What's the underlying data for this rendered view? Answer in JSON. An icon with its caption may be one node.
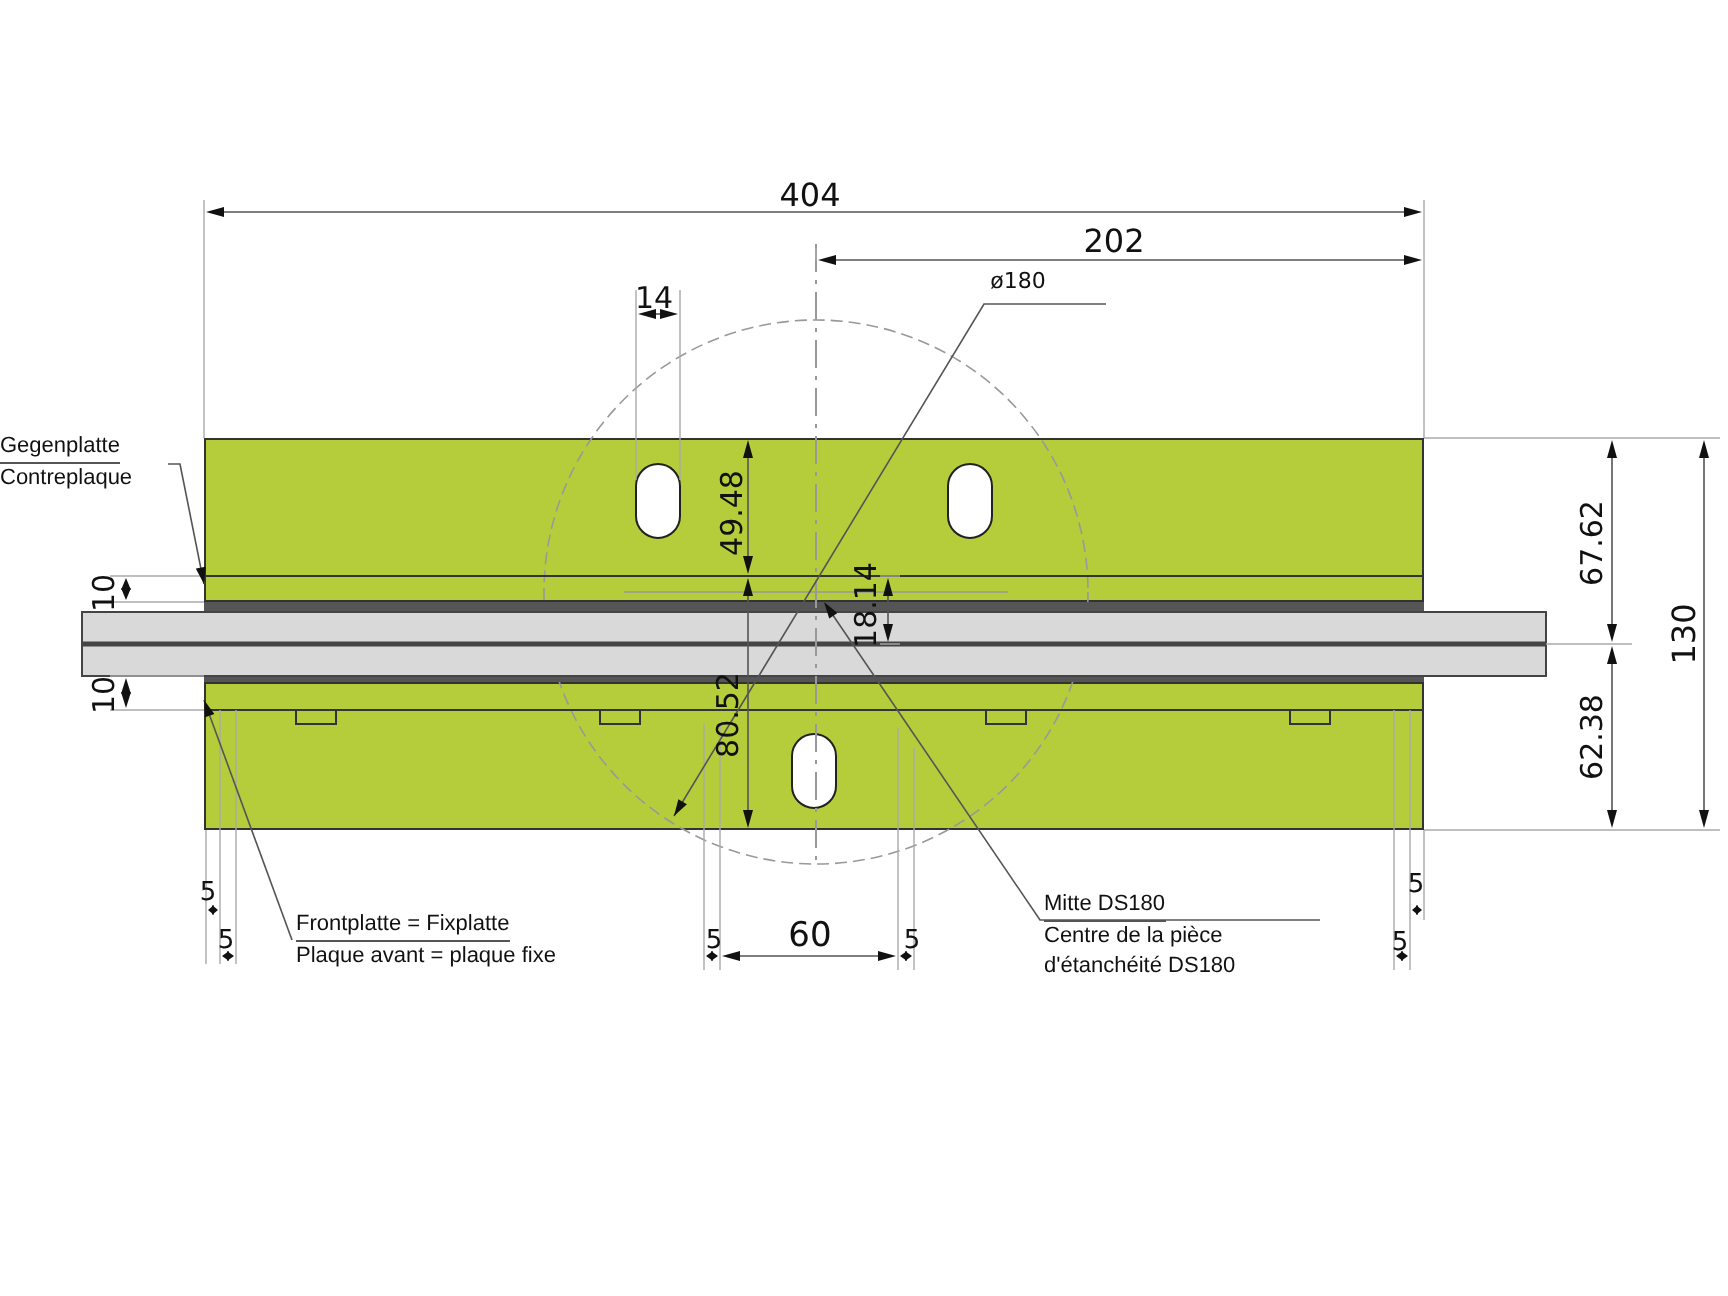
{
  "diagram": {
    "nodes": [
      {
        "text": [
          "Gegenplatte",
          "Contreplaque"
        ]
      },
      {
        "text": [],
        "shape": "bar"
      },
      {
        "text": [
          "Frontplatte = Fixplatte",
          "Plaque avant = plaque fixe"
        ]
      },
      {
        "text": [],
        "shape": "bar"
      },
      {
        "text": [
          "Mitte DS180",
          "Centre de la pièce d'étanchéité DS180"
        ]
      }
    ],
    "edges": [
      {
        "from": 0,
        "to": 1,
        "arrow": "to"
      },
      {
        "from": 2,
        "to": 3,
        "arrow": "to"
      },
      {
        "from": 4,
        "to": 1,
        "arrow": "to"
      }
    ],
    "labels": [
      "404",
      "202",
      "14",
      "ø180",
      "49.48",
      "18.14",
      "80.52",
      "67.62",
      "130",
      "62.38",
      "10",
      "10",
      "5",
      "5",
      "5",
      "60",
      "5",
      "5",
      "5"
    ]
  }
}
